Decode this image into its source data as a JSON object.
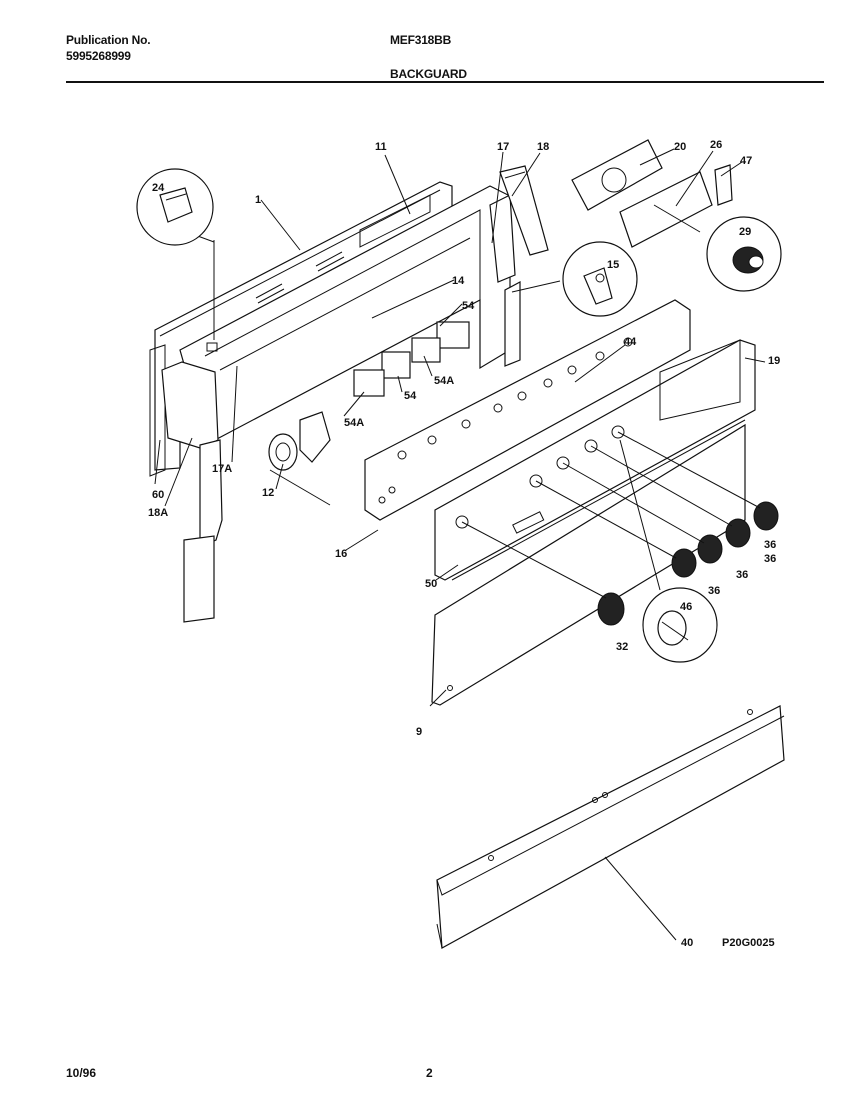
{
  "header": {
    "publication_label": "Publication No.",
    "publication_number": "5995268999",
    "model": "MEF318BB",
    "section": "BACKGUARD"
  },
  "footer": {
    "date": "10/96",
    "page": "2"
  },
  "diagram": {
    "drawing_code": "P20G0025",
    "callouts": {
      "c1": "1",
      "c11": "11",
      "c17": "17",
      "c18": "18",
      "c20": "20",
      "c26": "26",
      "c47": "47",
      "c24": "24",
      "c29": "29",
      "c15": "15",
      "c14": "14",
      "c54a": "54",
      "c54b": "54",
      "c54A1": "54A",
      "c54A2": "54A",
      "c44": "44",
      "c19": "19",
      "c17A": "17A",
      "c60": "60",
      "c18A": "18A",
      "c12": "12",
      "c16": "16",
      "c36a": "36",
      "c36b": "36",
      "c36c": "36",
      "c36d": "36",
      "c50": "50",
      "c46": "46",
      "c32": "32",
      "c9": "9",
      "c40": "40"
    }
  }
}
